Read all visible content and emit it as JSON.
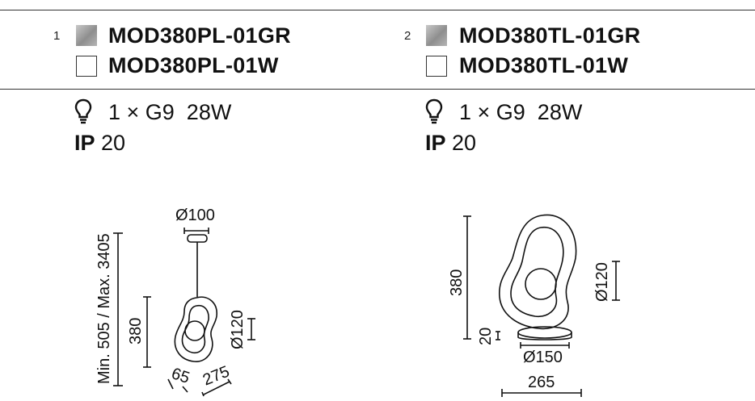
{
  "products": [
    {
      "index": "1",
      "variants": [
        {
          "finish": "grey",
          "color": "#a0a0a0",
          "code": "MOD380PL-01GR"
        },
        {
          "finish": "white",
          "color": "#ffffff",
          "code": "MOD380PL-01W"
        }
      ],
      "lamp_spec": "1 × G9  28W",
      "ip_label": "IP",
      "ip_value": "20",
      "dims": {
        "diameter_top": "Ø100",
        "height_range": "Min. 505 / Max. 3405",
        "height": "380",
        "diameter_globe": "Ø120",
        "depth": "65",
        "width": "275"
      }
    },
    {
      "index": "2",
      "variants": [
        {
          "finish": "grey",
          "color": "#a0a0a0",
          "code": "MOD380TL-01GR"
        },
        {
          "finish": "white",
          "color": "#ffffff",
          "code": "MOD380TL-01W"
        }
      ],
      "lamp_spec": "1 × G9  28W",
      "ip_label": "IP",
      "ip_value": "20",
      "dims": {
        "height": "380",
        "diameter_globe": "Ø120",
        "base_height": "20",
        "base_diameter": "Ø150",
        "width": "265"
      }
    }
  ],
  "icons": {
    "lamp": "lightbulb-icon",
    "swatch_grey": "grey-finish-swatch",
    "swatch_white": "white-finish-swatch"
  }
}
